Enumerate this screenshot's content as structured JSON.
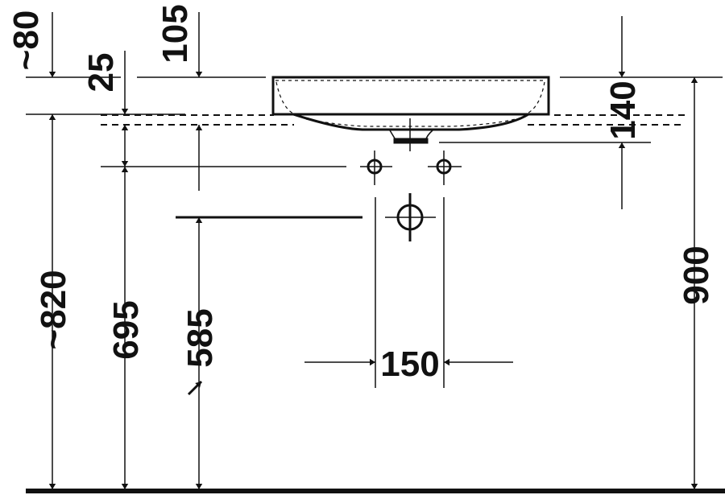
{
  "drawing": {
    "dimensions": {
      "top_clearance": "~80",
      "rim_offset": "25",
      "rim_to_tap": "105",
      "bowl_depth": "140",
      "total_height": "900",
      "floor_to_rim": "~820",
      "floor_to_tap_holes": "695",
      "floor_to_waste": "585",
      "waste_width": "150"
    },
    "colors": {
      "line": "#111111",
      "background": "#ffffff"
    }
  }
}
